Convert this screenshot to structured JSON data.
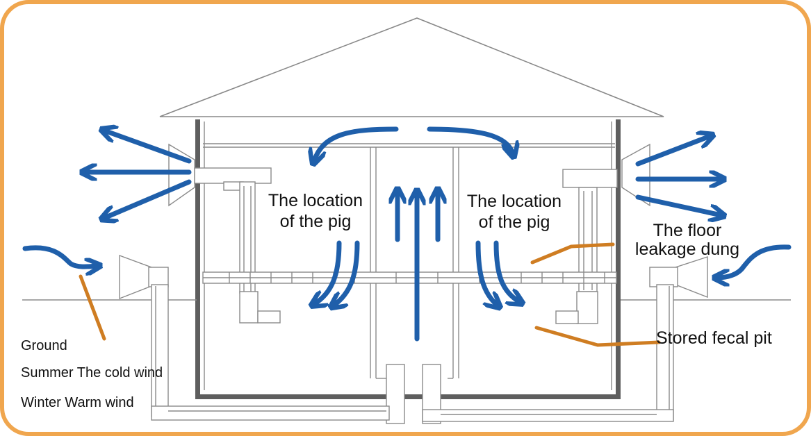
{
  "labels": {
    "pig_left": [
      "The location",
      "of the pig"
    ],
    "pig_right": [
      "The location",
      "of the pig"
    ],
    "floor_leakage": [
      "The floor",
      "leakage dung"
    ],
    "fecal_pit": "Stored fecal pit",
    "ground": "Ground",
    "summer": "Summer The cold wind",
    "winter": "Winter Warm wind"
  },
  "colors": {
    "frame_border": "#f0a64e",
    "airflow_arrow": "#1f5faa",
    "callout_line": "#cf7d22",
    "drawing_line": "#8a8a8a"
  }
}
